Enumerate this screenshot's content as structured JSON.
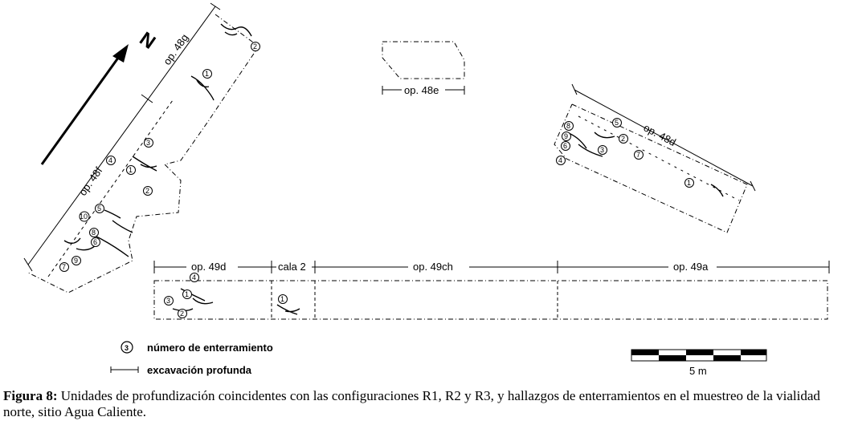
{
  "north": {
    "letter": "N"
  },
  "units": {
    "op48g": "op. 48g",
    "op48f": "op. 48f",
    "op48e": "op. 48e",
    "op48d": "op. 48d",
    "op49d": "op. 49d",
    "cala2": "cala 2",
    "op49ch": "op. 49ch",
    "op49a": "op. 49a"
  },
  "burials": {
    "op48g": [
      "2",
      "1"
    ],
    "op48f": [
      "3",
      "4",
      "1",
      "2",
      "5",
      "10",
      "8",
      "6",
      "9",
      "7"
    ],
    "op48d": [
      "5",
      "8",
      "9",
      "6",
      "4",
      "2",
      "3",
      "7",
      "1"
    ],
    "op49d": [
      "4",
      "1",
      "3",
      "2"
    ],
    "cala2": [
      "1"
    ]
  },
  "legend": {
    "burial_symbol": "3",
    "burial_label": "número de enterramiento",
    "deep_label": "excavación profunda"
  },
  "scale": {
    "label": "5 m"
  },
  "caption": {
    "prefix": "Figura 8:",
    "text": " Unidades de profundización coincidentes con las configuraciones R1, R2 y R3, y hallazgos de enterramientos en el muestreo de la vialidad norte, sitio Agua Caliente."
  }
}
